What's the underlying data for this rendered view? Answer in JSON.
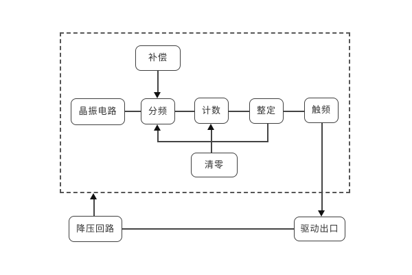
{
  "diagram": {
    "type": "block-diagram",
    "colors": {
      "background": "#ffffff",
      "line": "#444444",
      "box_border": "#3f3f3f",
      "box_fill": "#ffffff",
      "text": "#333333",
      "arrowhead": "#111111",
      "dashed_frame": "#555555"
    },
    "nodes": {
      "compensation": {
        "label": "补偿"
      },
      "crystal_oscillator": {
        "label": "晶振电路"
      },
      "frequency_divider": {
        "label": "分频"
      },
      "counter": {
        "label": "计数"
      },
      "setting": {
        "label": "整定"
      },
      "trigger": {
        "label": "触频"
      },
      "reset": {
        "label": "清零"
      },
      "step_down_loop": {
        "label": "降压回路"
      },
      "drive_output": {
        "label": "驱动出口"
      }
    },
    "connections": [
      {
        "from": "compensation",
        "to": "frequency_divider",
        "arrow": true
      },
      {
        "from": "crystal_oscillator",
        "to": "frequency_divider",
        "arrow": false
      },
      {
        "from": "frequency_divider",
        "to": "counter",
        "arrow": false
      },
      {
        "from": "counter",
        "to": "setting",
        "arrow": false
      },
      {
        "from": "setting",
        "to": "trigger",
        "arrow": false
      },
      {
        "from": "reset",
        "to": "counter",
        "arrow": true
      },
      {
        "from": "reset",
        "to": "frequency_divider",
        "arrow": true,
        "via": "feedback-bus"
      },
      {
        "from": "setting",
        "to": "feedback-bus",
        "arrow": false
      },
      {
        "from": "trigger",
        "to": "drive_output",
        "arrow": true
      },
      {
        "from": "step_down_loop",
        "to": "dashed-boundary",
        "arrow": true
      },
      {
        "from": "step_down_loop",
        "to": "drive_output",
        "arrow": false
      }
    ]
  }
}
